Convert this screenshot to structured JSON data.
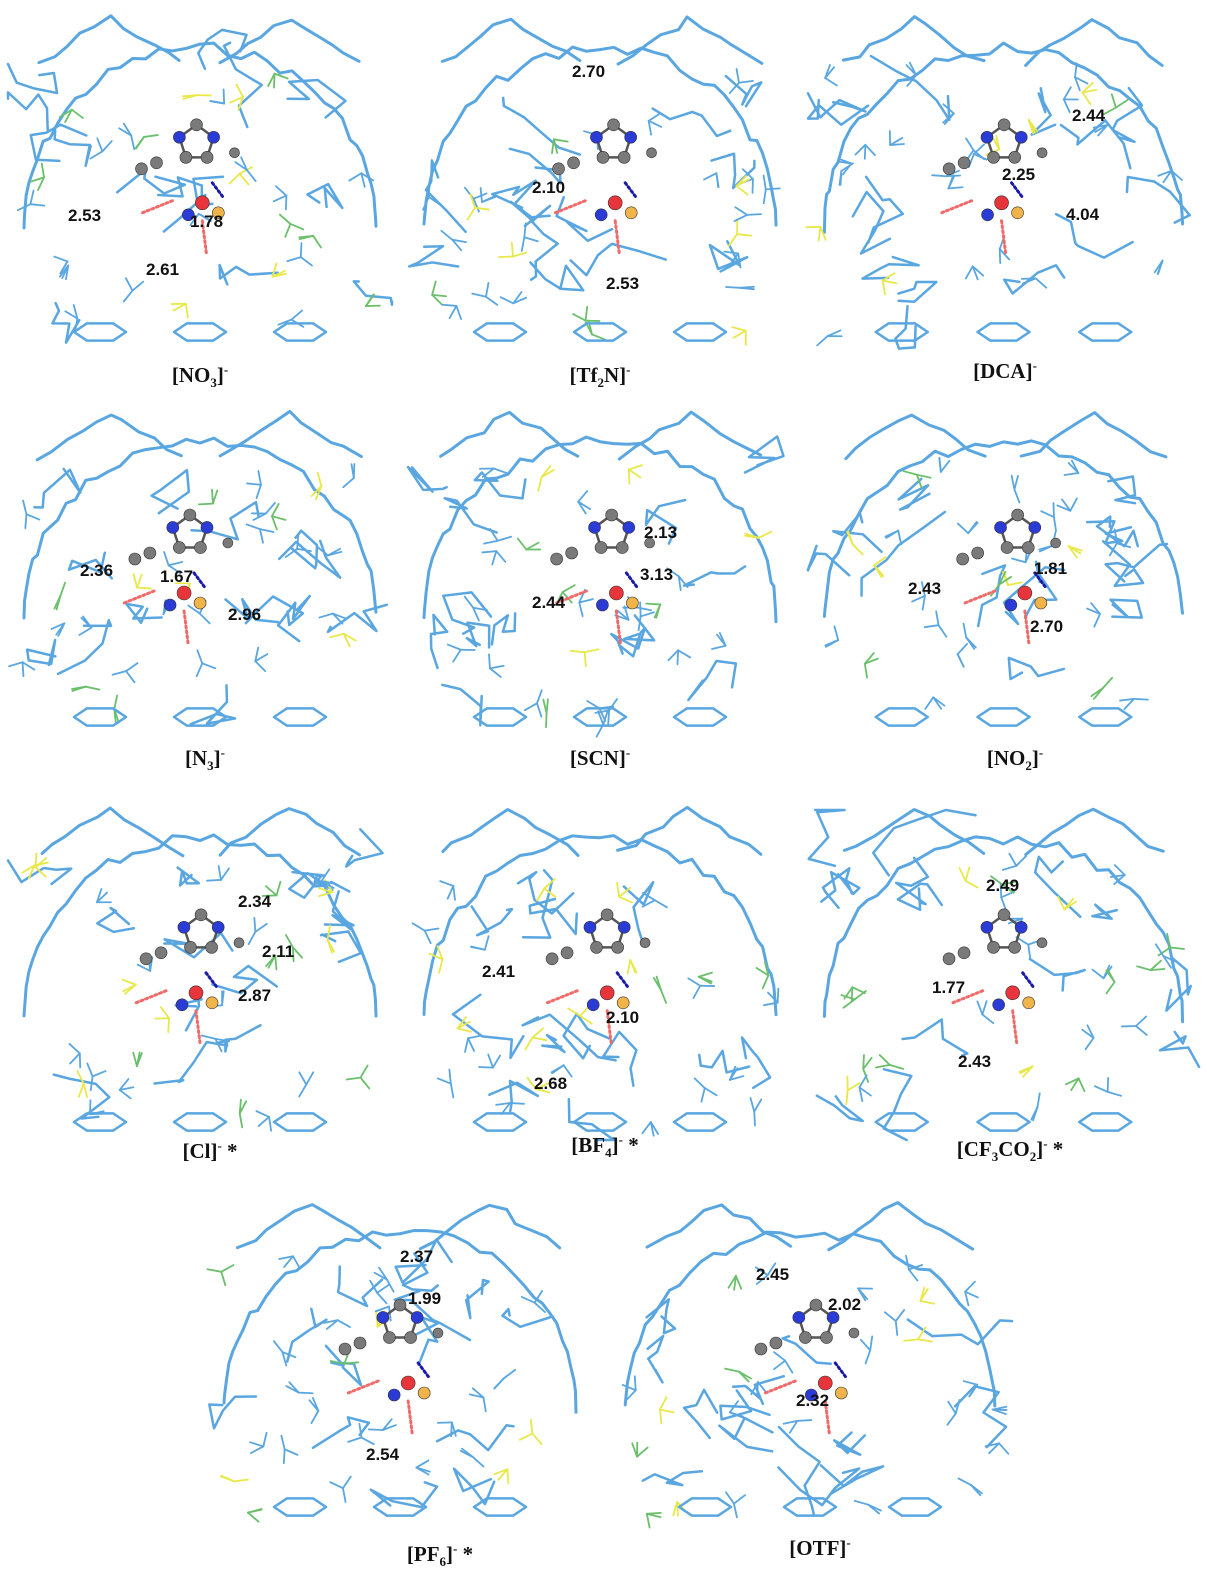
{
  "panels": [
    {
      "id": "no3",
      "caption": {
        "pre": "[NO",
        "sub": "3",
        "post": "]",
        "sup": "-",
        "tail": ""
      },
      "distances": [
        "2.53",
        "1.78",
        "2.61"
      ]
    },
    {
      "id": "tf2n",
      "caption": {
        "pre": "[Tf",
        "sub": "2",
        "post": "N]",
        "sup": "-",
        "tail": ""
      },
      "distances": [
        "2.70",
        "2.10",
        "2.53"
      ]
    },
    {
      "id": "dca",
      "caption": {
        "pre": "[DCA]",
        "sub": "",
        "post": "",
        "sup": "-",
        "tail": ""
      },
      "distances": [
        "2.44",
        "2.25",
        "4.04"
      ]
    },
    {
      "id": "n3",
      "caption": {
        "pre": "[N",
        "sub": "3",
        "post": "]",
        "sup": "-",
        "tail": ""
      },
      "distances": [
        "2.36",
        "1.67",
        "2.96"
      ]
    },
    {
      "id": "scn",
      "caption": {
        "pre": "[SCN]",
        "sub": "",
        "post": "",
        "sup": "-",
        "tail": ""
      },
      "distances": [
        "2.13",
        "3.13",
        "2.44"
      ]
    },
    {
      "id": "no2",
      "caption": {
        "pre": "[NO",
        "sub": "2",
        "post": "]",
        "sup": "-",
        "tail": ""
      },
      "distances": [
        "2.43",
        "1.81",
        "2.70"
      ]
    },
    {
      "id": "cl",
      "caption": {
        "pre": "[Cl]",
        "sub": "",
        "post": "",
        "sup": "-",
        "tail": " *"
      },
      "distances": [
        "2.34",
        "2.11",
        "2.87"
      ]
    },
    {
      "id": "bf4",
      "caption": {
        "pre": "[BF",
        "sub": "4",
        "post": "]",
        "sup": "-",
        "tail": " *"
      },
      "distances": [
        "2.41",
        "2.10",
        "2.68"
      ]
    },
    {
      "id": "cf3co2",
      "caption": {
        "pre": "[CF",
        "sub": "3",
        "post": "CO",
        "sub2": "2",
        "post2": "]",
        "sup": "-",
        "tail": " *"
      },
      "distances": [
        "2.49",
        "1.77",
        "2.43"
      ]
    },
    {
      "id": "pf6",
      "caption": {
        "pre": "[PF",
        "sub": "6",
        "post": "]",
        "sup": "-",
        "tail": " *"
      },
      "distances": [
        "2.37",
        "1.99",
        "2.54"
      ]
    },
    {
      "id": "otf",
      "caption": {
        "pre": "[OTF]",
        "sub": "",
        "post": "",
        "sup": "-",
        "tail": ""
      },
      "distances": [
        "2.45",
        "2.02",
        "2.32"
      ]
    }
  ],
  "colors": {
    "cage": "#5aa6e0",
    "cage_alt": "#6bbf6b",
    "cage_accent": "#e8e84a",
    "carbon": "#7a7a7a",
    "nitrogen": "#2a3bd6",
    "oxygen": "#e8353b",
    "fluorine": "#f0b448",
    "sulfur": "#e8e820",
    "chlorine": "#27c79a",
    "boron": "#e520d6",
    "hbond_red": "#f06a6a",
    "hbond_blue": "#1a1aa8"
  },
  "icons": [
    "molecule-cage-icon"
  ]
}
